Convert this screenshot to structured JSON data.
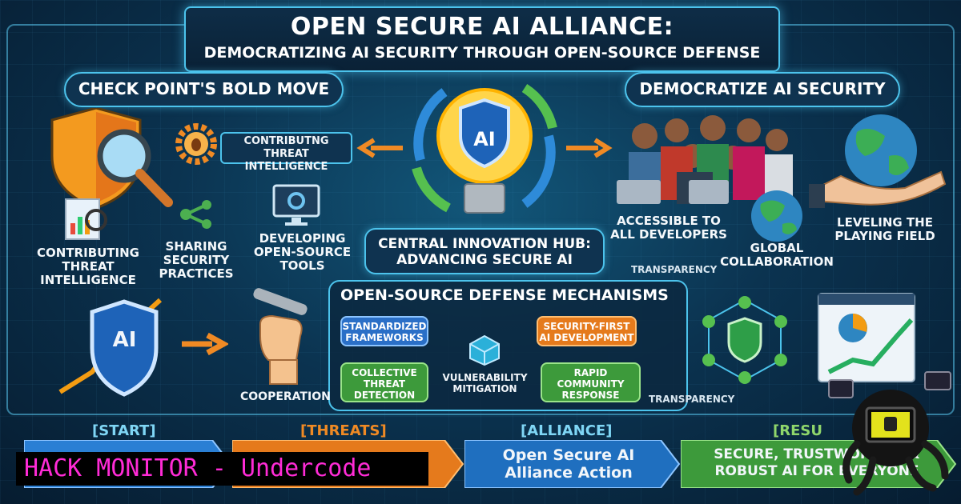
{
  "title": {
    "main": "OPEN SECURE AI ALLIANCE:",
    "sub": "DEMOCRATIZING AI SECURITY THROUGH OPEN-SOURCE DEFENSE"
  },
  "left_section": {
    "heading": "CHECK POINT'S BOLD MOVE",
    "item_top": "CONTRIBUTNG THREAT INTELLIGENCE",
    "item_chart": "CONTRIBUTING THREAT INTELLIGENCE",
    "item_share": "SHARING SECURITY PRACTICES",
    "item_tools": "DEVELOPING OPEN-SOURCE TOOLS",
    "cooperation": "COOPERATION",
    "ai_badge": "AI"
  },
  "center": {
    "ai_badge": "AI",
    "hub": "CENTRAL INNOVATION HUB: ADVANCING SECURE AI"
  },
  "right_section": {
    "heading": "DEMOCRATIZE AI SECURITY",
    "accessible": "ACCESSIBLE TO ALL DEVELOPERS",
    "leveling": "LEVELING THE PLAYING FIELD",
    "global": "GLOBAL COLLABORATION",
    "transparency_top": "TRANSPARENCY",
    "transparency_bottom": "TRANSPARENCY"
  },
  "defense": {
    "heading": "OPEN-SOURCE DEFENSE MECHANISMS",
    "standardized": "STANDARDIZED FRAMEWORKS",
    "collective": "COLLECTIVE THREAT DETECTION",
    "vulnerability": "VULNERABILITY MITIGATION",
    "security_first": "SECURITY-FIRST AI DEVELOPMENT",
    "rapid": "RAPID COMMUNITY RESPONSE"
  },
  "bottom": {
    "start_tag": "[START]",
    "threats_tag": "[THREATS]",
    "alliance_tag": "[ALLIANCE]",
    "result_tag": "[RESU",
    "alliance_stage": "Open Secure AI Alliance Action",
    "result_stage": "SECURE, TRUSTWORTHY, & ROBUST AI FOR EVERYONE"
  },
  "watermark": "HACK MONITOR - Undercode",
  "colors": {
    "accent": "#4cc3ec",
    "orange": "#f08a24",
    "green": "#4caf50",
    "blue": "#2a6fc7",
    "watermark_text": "#ff2bd6"
  }
}
